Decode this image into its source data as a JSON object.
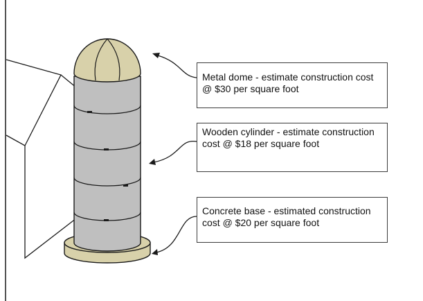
{
  "colors": {
    "dome_fill": "#d8d1aa",
    "cylinder_fill": "#bfbfbf",
    "base_fill": "#d8d1aa",
    "outline": "#1a1a1a"
  },
  "callouts": {
    "dome": "Metal dome - estimate  construction cost @ $30 per square foot",
    "cylinder": "Wooden cylinder - estimate construction cost @ $18 per square foot",
    "base": "Concrete base - estimated construction cost @ $20 per square foot"
  }
}
